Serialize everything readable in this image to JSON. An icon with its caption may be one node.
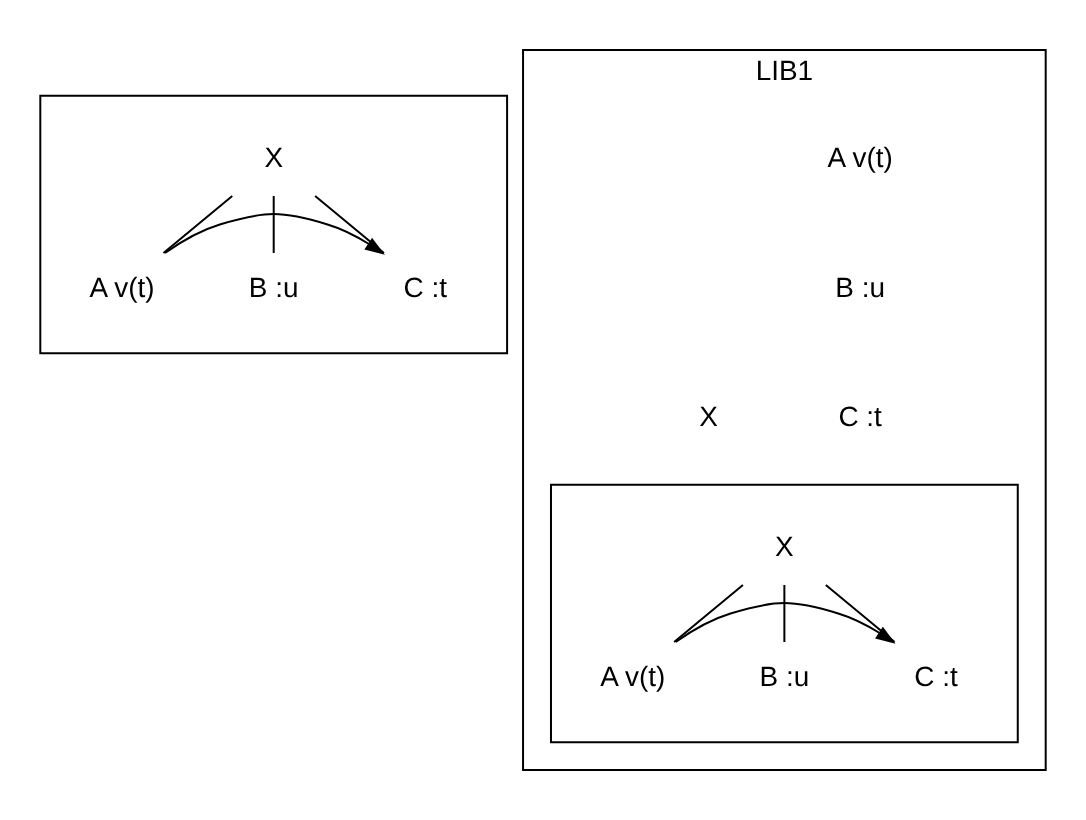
{
  "diagram": {
    "nodes": [
      {
        "text": [],
        "shape": "box"
      },
      {
        "text": [
          "X"
        ],
        "in": 0
      },
      {
        "text": [
          "A v(t)"
        ],
        "in": 0
      },
      {
        "text": [
          "B :u"
        ],
        "in": 0
      },
      {
        "text": [
          "C :t"
        ],
        "in": 0
      },
      {
        "text": [
          "LIB1"
        ]
      },
      {
        "text": [
          "A v(t)"
        ],
        "in": 5
      },
      {
        "text": [
          "B :u"
        ],
        "in": 5
      },
      {
        "text": [
          "C :t"
        ],
        "in": 5
      },
      {
        "text": [],
        "shape": "box",
        "in": 5,
        "beside": [
          "X"
        ]
      },
      {
        "text": [
          "X"
        ],
        "in": 9
      },
      {
        "text": [
          "A v(t)"
        ],
        "in": 9
      },
      {
        "text": [
          "B :u"
        ],
        "in": 9
      },
      {
        "text": [
          "C :t"
        ],
        "in": 9
      }
    ],
    "edges": [
      {
        "from": 1,
        "to": 2,
        "arrow": "none"
      },
      {
        "from": 1,
        "to": 3,
        "arrow": "none"
      },
      {
        "from": 1,
        "to": 4,
        "arrow": "none"
      },
      {
        "from": 2,
        "to": 4,
        "arrow": "to"
      },
      {
        "from": 10,
        "to": 11,
        "arrow": "none"
      },
      {
        "from": 10,
        "to": 12,
        "arrow": "none"
      },
      {
        "from": 10,
        "to": 13,
        "arrow": "none"
      },
      {
        "from": 11,
        "to": 13,
        "arrow": "to"
      }
    ]
  }
}
